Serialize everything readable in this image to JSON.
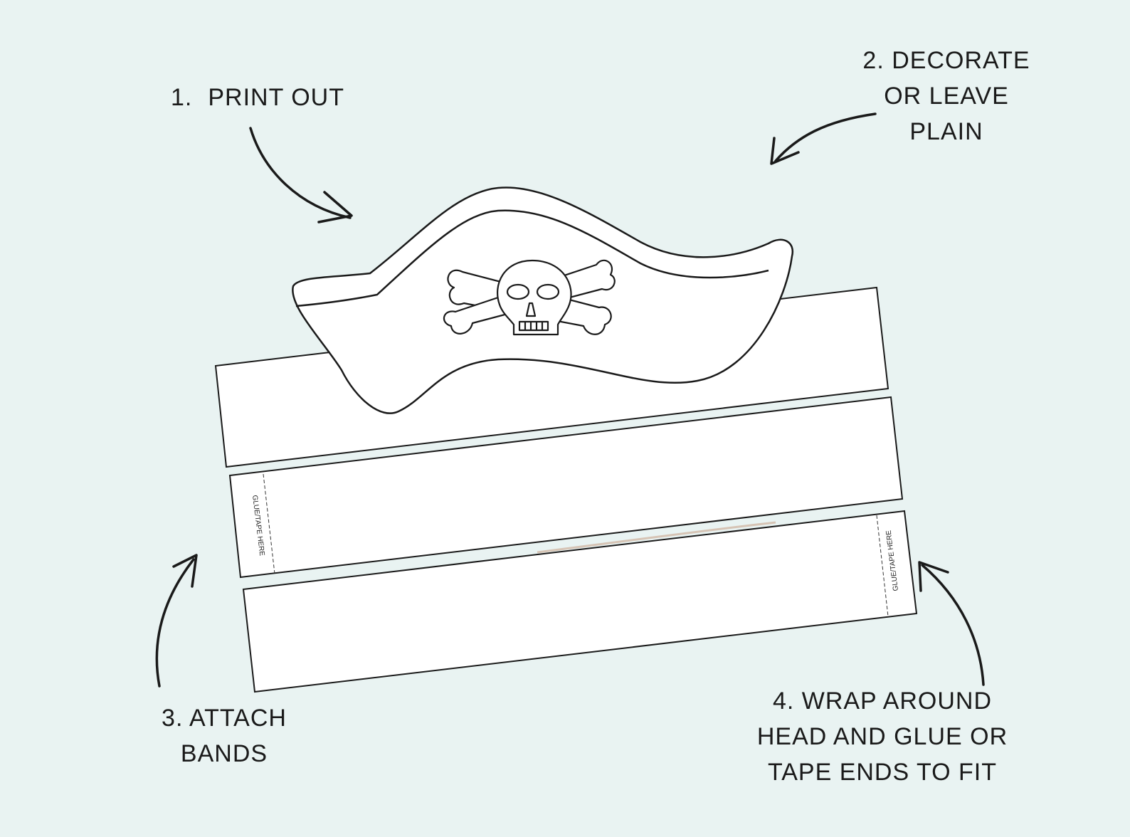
{
  "steps": {
    "s1": {
      "number": "1.",
      "text": "PRINT OUT"
    },
    "s2": {
      "lines": [
        "2. DECORATE",
        "OR LEAVE",
        "PLAIN"
      ]
    },
    "s3": {
      "lines": [
        "3. ATTACH",
        "BANDS"
      ]
    },
    "s4": {
      "lines": [
        "4. WRAP AROUND",
        "HEAD AND GLUE OR",
        "TAPE ENDS TO FIT"
      ]
    }
  },
  "bands": {
    "glue_label_left": "GLUE/TAPE HERE",
    "glue_label_right": "GLUE/TAPE HERE"
  },
  "icons": [
    "arrow-icon",
    "skull-and-crossbones-icon"
  ],
  "colors": {
    "background": "#e9f3f2",
    "ink": "#1a1a1a",
    "paper": "#ffffff"
  }
}
